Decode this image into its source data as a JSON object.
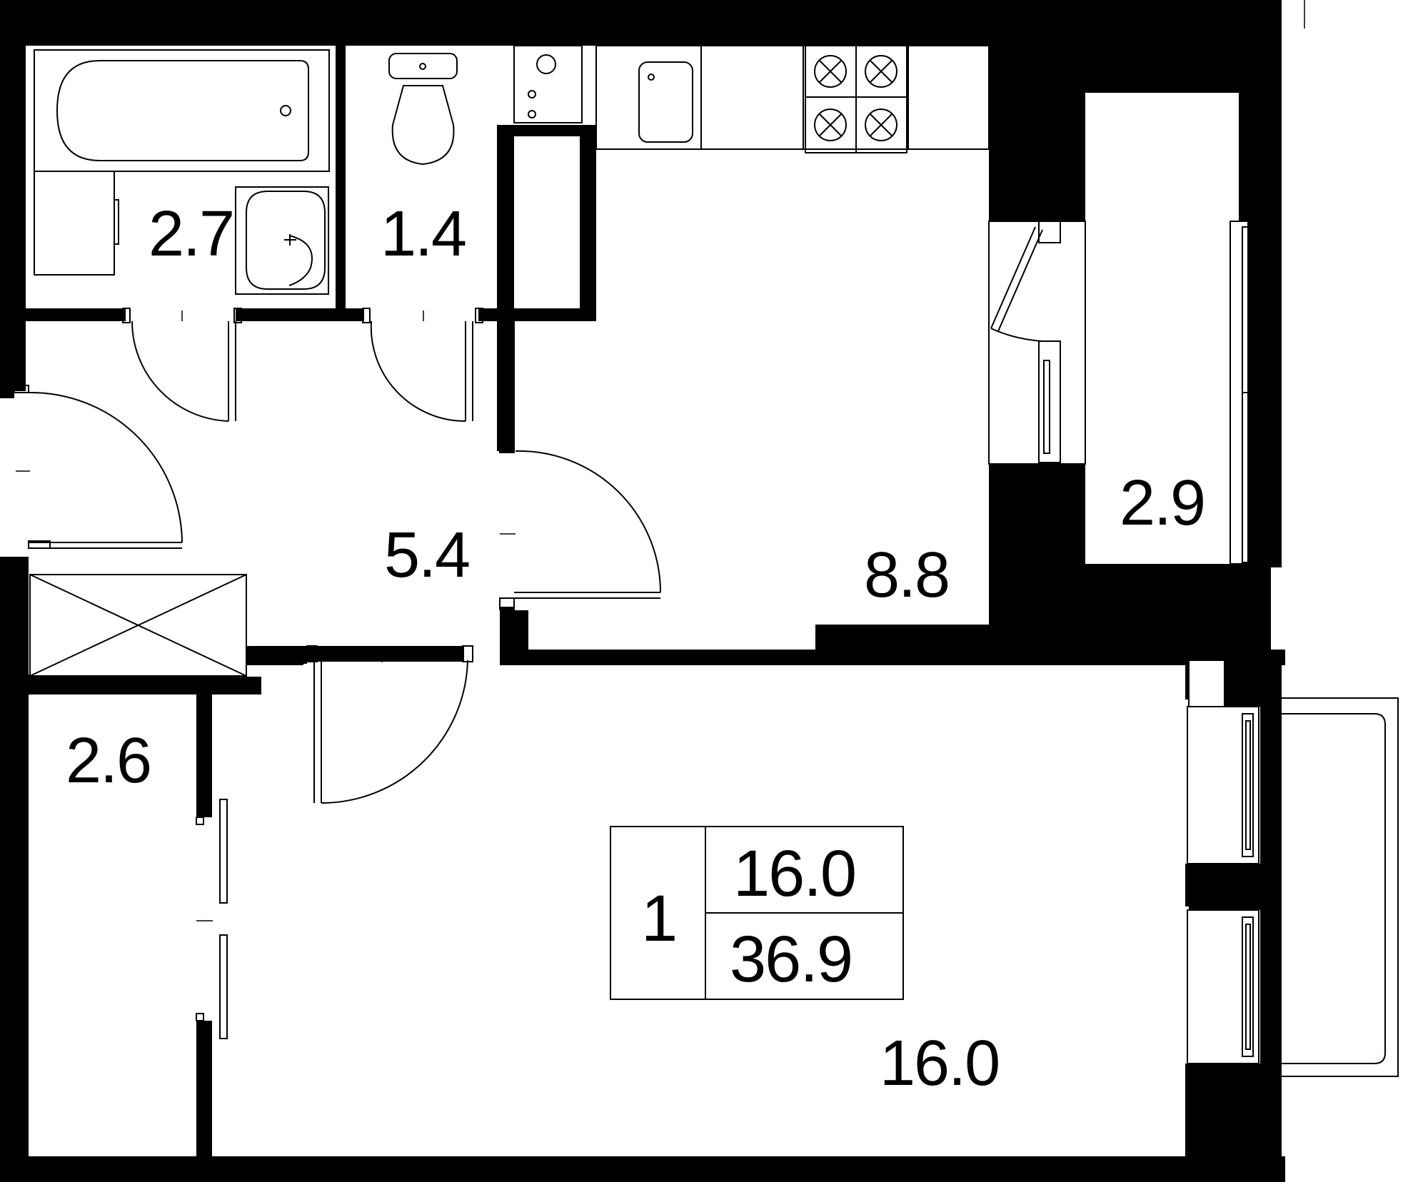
{
  "rooms": {
    "bathroom_area": "2.7",
    "toilet_area": "1.4",
    "hallway_area": "5.4",
    "kitchen_area": "8.8",
    "balcony_area": "2.9",
    "storage_area": "2.6",
    "living_room_area": "16.0"
  },
  "summary": {
    "room_count": "1",
    "living_area": "16.0",
    "total_area": "36.9"
  }
}
